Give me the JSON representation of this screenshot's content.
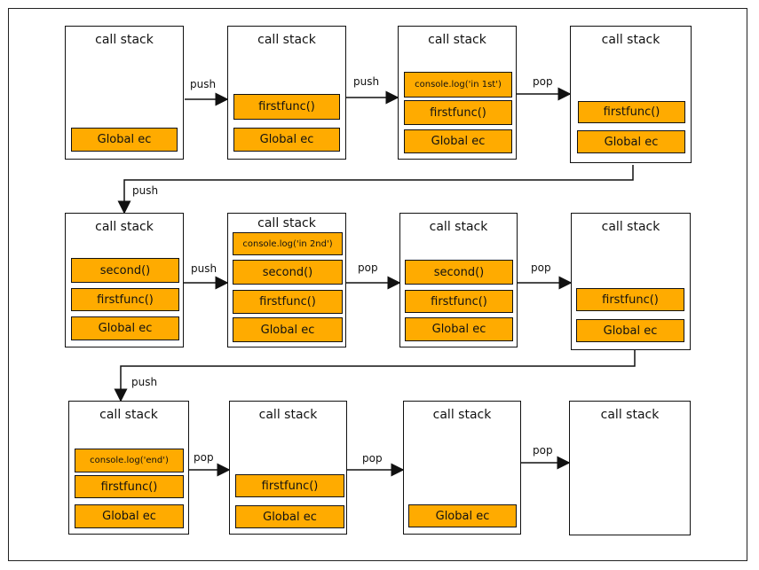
{
  "stack_title": "call stack",
  "labels": {
    "push": "push",
    "pop": "pop"
  },
  "colors": {
    "frame_fill": "#FFAB00",
    "stroke": "#111111"
  },
  "frames": {
    "global": "Global ec",
    "firstfunc": "firstfunc()",
    "second": "second()",
    "log_1st": "console.log('in 1st')",
    "log_2nd": "console.log('in 2nd')",
    "log_end": "console.log('end')"
  },
  "rows": [
    [
      [
        "Global ec"
      ],
      [
        "firstfunc()",
        "Global ec"
      ],
      [
        "console.log('in 1st')",
        "firstfunc()",
        "Global ec"
      ],
      [
        "firstfunc()",
        "Global ec"
      ]
    ],
    [
      [
        "second()",
        "firstfunc()",
        "Global ec"
      ],
      [
        "console.log('in 2nd')",
        "second()",
        "firstfunc()",
        "Global ec"
      ],
      [
        "second()",
        "firstfunc()",
        "Global ec"
      ],
      [
        "firstfunc()",
        "Global ec"
      ]
    ],
    [
      [
        "console.log('end')",
        "firstfunc()",
        "Global ec"
      ],
      [
        "firstfunc()",
        "Global ec"
      ],
      [
        "Global ec"
      ],
      []
    ]
  ],
  "transitions": [
    [
      "push",
      "push",
      "pop"
    ],
    [
      "push",
      "pop",
      "pop"
    ],
    [
      "pop",
      "pop",
      "pop"
    ]
  ],
  "row_links": [
    "push",
    "push"
  ]
}
